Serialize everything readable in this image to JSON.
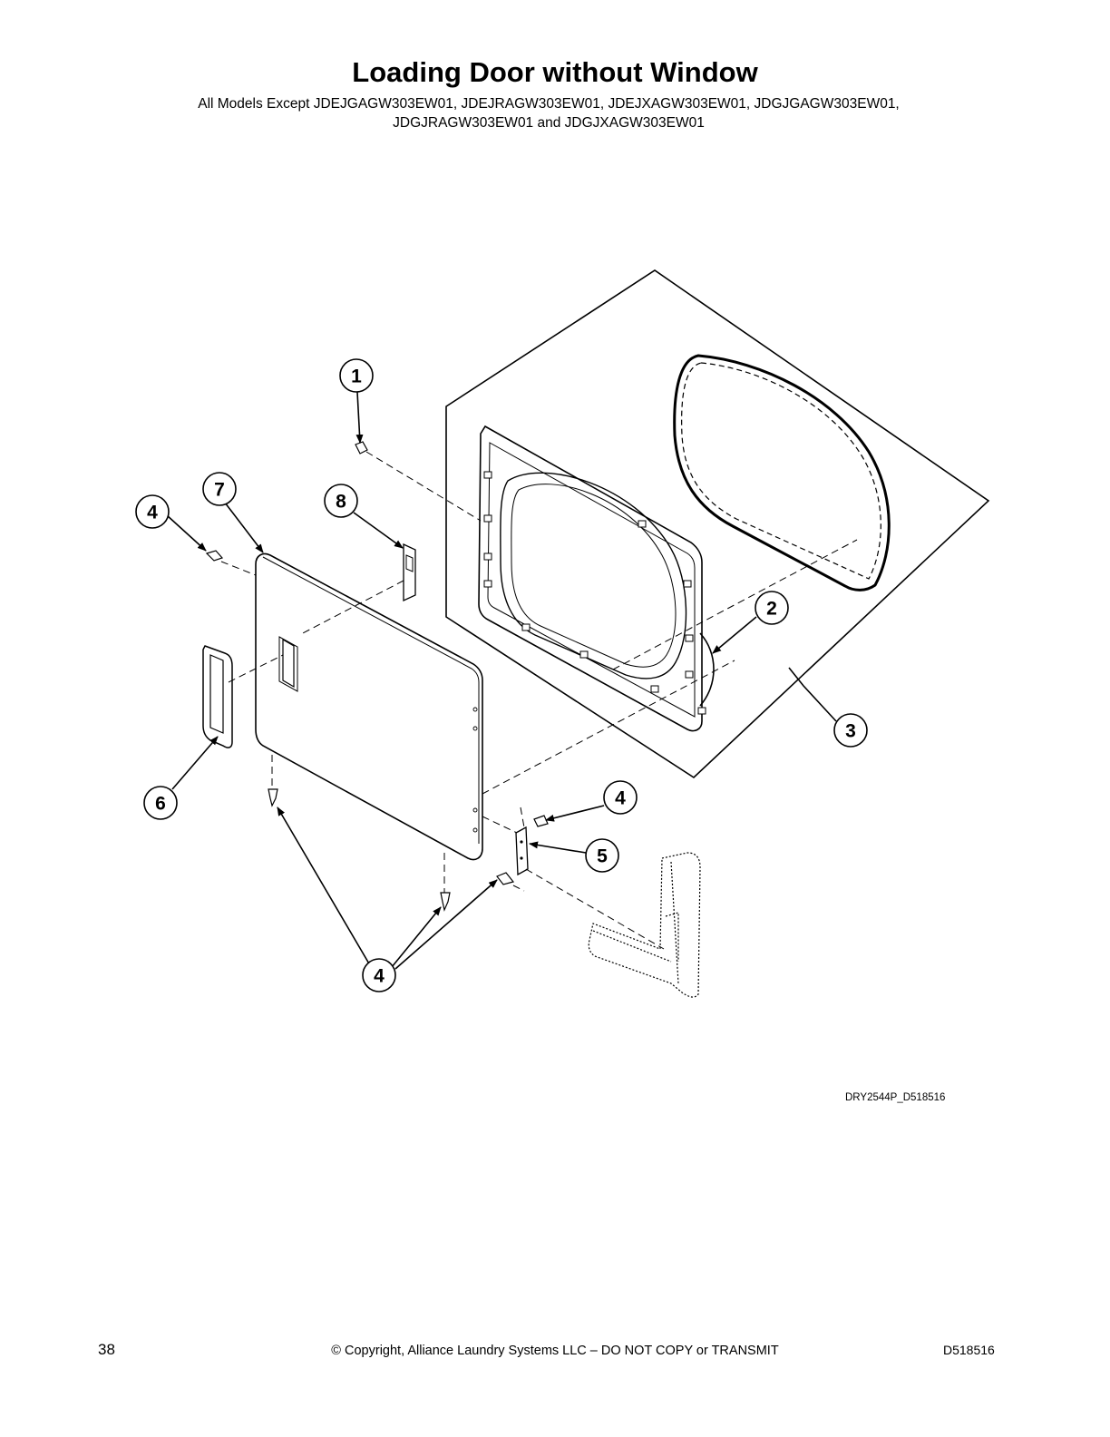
{
  "title": "Loading Door without Window",
  "subtitle_line1": "All Models Except JDEJGAGW303EW01, JDEJRAGW303EW01, JDEJXAGW303EW01, JDGJGAGW303EW01,",
  "subtitle_line2": "JDGJRAGW303EW01 and JDGJXAGW303EW01",
  "callouts": [
    "1",
    "2",
    "3",
    "4",
    "5",
    "6",
    "7",
    "8"
  ],
  "figure_code": "DRY2544P_D518516",
  "footer": {
    "page_number": "38",
    "copyright": "© Copyright, Alliance Laundry Systems LLC – DO NOT COPY or TRANSMIT",
    "doc_number": "D518516"
  }
}
